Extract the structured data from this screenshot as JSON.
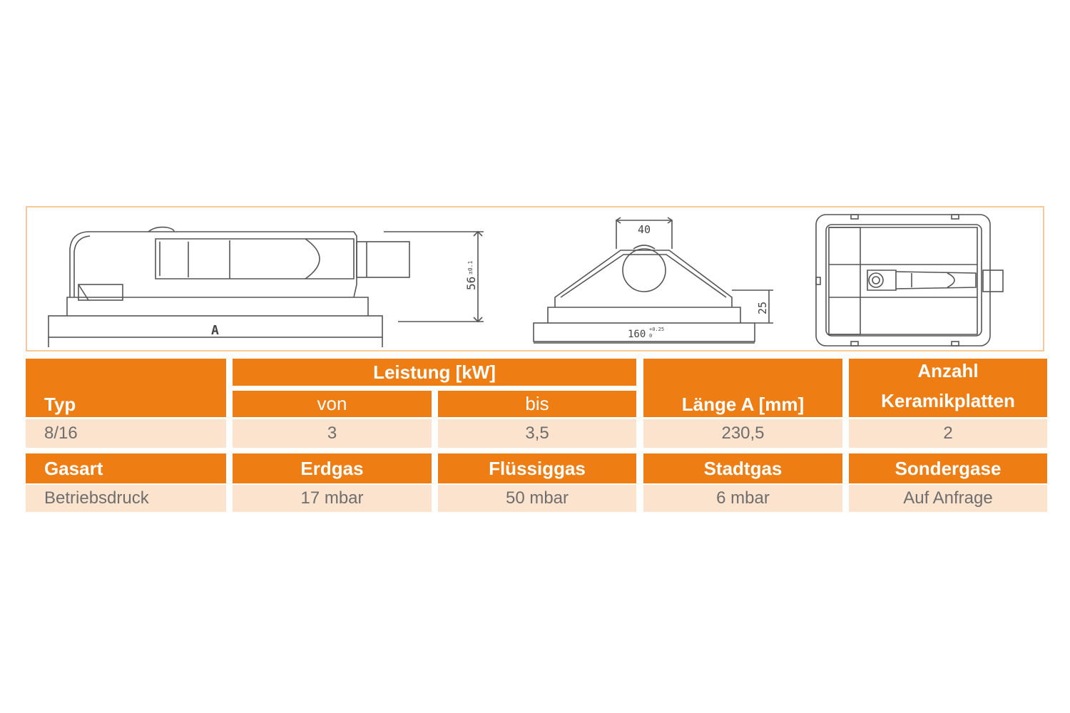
{
  "drawing": {
    "side_view": {
      "dim_length_label": "A",
      "dim_height_label": "56",
      "dim_height_tol": "±0.1"
    },
    "front_view": {
      "dim_top_label": "40",
      "dim_bottom_label": "160",
      "dim_bottom_tol_upper": "+0.25",
      "dim_bottom_tol_lower": "0",
      "dim_side_label": "25"
    }
  },
  "spec_table": {
    "header": {
      "typ": "Typ",
      "leistung": "Leistung [kW]",
      "von": "von",
      "bis": "bis",
      "laenge": "Länge A [mm]",
      "anzahl_line1": "Anzahl",
      "anzahl_line2": "Keramikplatten"
    },
    "row": {
      "typ": "8/16",
      "von": "3",
      "bis": "3,5",
      "laenge": "230,5",
      "anzahl": "2"
    }
  },
  "gas_table": {
    "header": {
      "gasart": "Gasart",
      "erdgas": "Erdgas",
      "fluessiggas": "Flüssiggas",
      "stadtgas": "Stadtgas",
      "sondergase": "Sondergase"
    },
    "row": {
      "label": "Betriebsdruck",
      "erdgas": "17 mbar",
      "fluessiggas": "50 mbar",
      "stadtgas": "6 mbar",
      "sondergase": "Auf Anfrage"
    }
  },
  "colors": {
    "accent": "#ee7d13",
    "value_bg": "#fbe3cd",
    "frame_border": "#f6c89a",
    "value_text": "#6e6e6e"
  }
}
